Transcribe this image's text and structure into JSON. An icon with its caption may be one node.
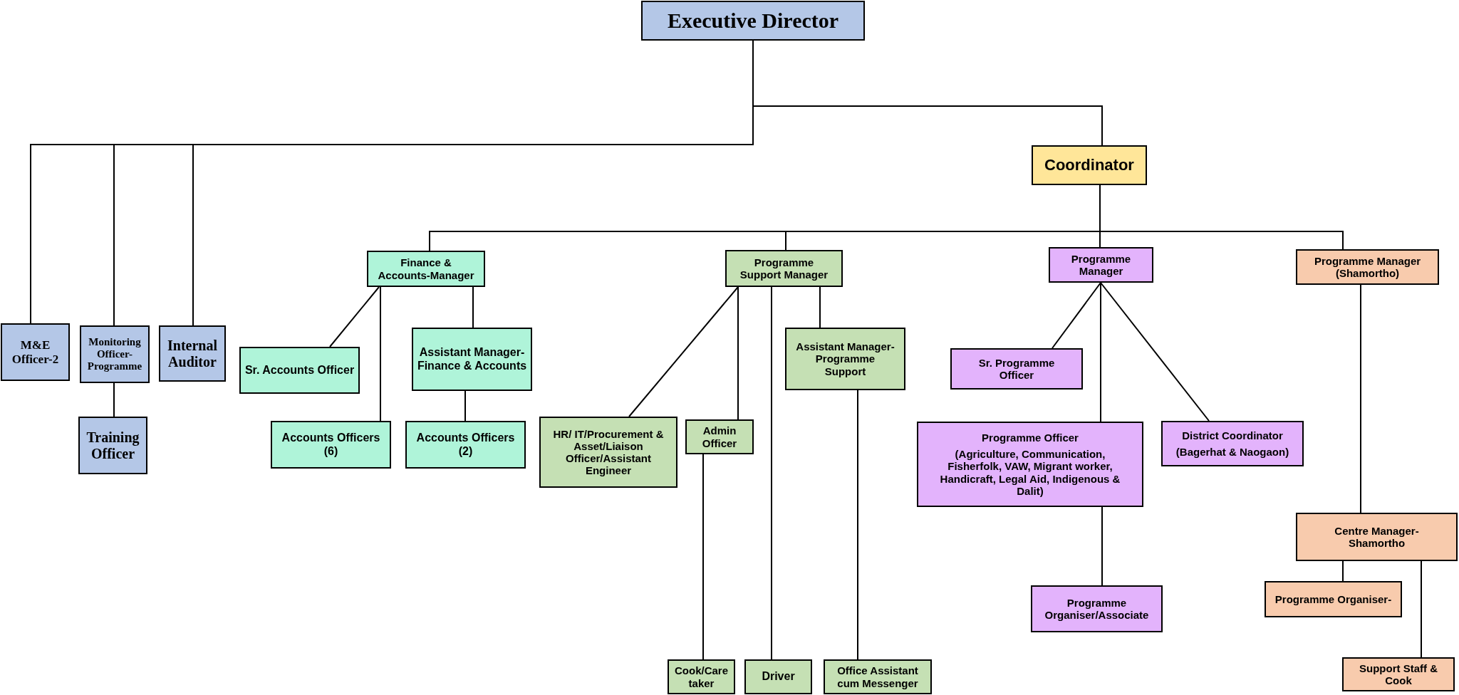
{
  "diagram": {
    "nodes": [
      {
        "text": [
          "Executive Director"
        ]
      },
      {
        "text": [
          "Coordinator"
        ]
      },
      {
        "text": [
          "M&E Officer-2"
        ]
      },
      {
        "text": [
          "Monitoring Officer-Programme"
        ]
      },
      {
        "text": [
          "Internal Auditor"
        ]
      },
      {
        "text": [
          "Training Officer"
        ]
      },
      {
        "text": [
          "Finance & Accounts-Manager"
        ]
      },
      {
        "text": [
          "Sr. Accounts Officer"
        ]
      },
      {
        "text": [
          "Assistant Manager-Finance & Accounts"
        ]
      },
      {
        "text": [
          "Accounts Officers (6)"
        ]
      },
      {
        "text": [
          "Accounts Officers (2)"
        ]
      },
      {
        "text": [
          "Programme Support Manager"
        ]
      },
      {
        "text": [
          "Assistant Manager-Programme Support"
        ]
      },
      {
        "text": [
          "HR/ IT/Procurement & Asset/Liaison Officer/Assistant Engineer"
        ]
      },
      {
        "text": [
          "Admin Officer"
        ]
      },
      {
        "text": [
          "Cook/Care taker"
        ]
      },
      {
        "text": [
          "Driver"
        ]
      },
      {
        "text": [
          "Office Assistant cum Messenger"
        ]
      },
      {
        "text": [
          "Programme Manager"
        ]
      },
      {
        "text": [
          "Sr. Programme Officer"
        ]
      },
      {
        "text": [
          "Programme Officer",
          "(Agriculture, Communication, Fisherfolk, VAW, Migrant worker, Handicraft, Legal Aid, Indigenous & Dalit)"
        ]
      },
      {
        "text": [
          "District Coordinator",
          "(Bagerhat & Naogaon)"
        ]
      },
      {
        "text": [
          "Programme Organiser/Associate"
        ]
      },
      {
        "text": [
          "Programme Manager (Shamortho)"
        ]
      },
      {
        "text": [
          "Centre Manager-Shamortho"
        ]
      },
      {
        "text": [
          "Programme Organiser-"
        ]
      },
      {
        "text": [
          "Support Staff & Cook"
        ]
      }
    ],
    "edges": [
      {
        "from": 0,
        "to": 2,
        "arrow": "none"
      },
      {
        "from": 0,
        "to": 3,
        "arrow": "none"
      },
      {
        "from": 0,
        "to": 4,
        "arrow": "none"
      },
      {
        "from": 0,
        "to": 1,
        "arrow": "none"
      },
      {
        "from": 1,
        "to": 6,
        "arrow": "none"
      },
      {
        "from": 1,
        "to": 11,
        "arrow": "none"
      },
      {
        "from": 1,
        "to": 18,
        "arrow": "none"
      },
      {
        "from": 1,
        "to": 23,
        "arrow": "none"
      },
      {
        "from": 3,
        "to": 5,
        "arrow": "none"
      },
      {
        "from": 6,
        "to": 7,
        "arrow": "none"
      },
      {
        "from": 6,
        "to": 8,
        "arrow": "none"
      },
      {
        "from": 6,
        "to": 9,
        "arrow": "none"
      },
      {
        "from": 8,
        "to": 10,
        "arrow": "none"
      },
      {
        "from": 11,
        "to": 12,
        "arrow": "none"
      },
      {
        "from": 11,
        "to": 13,
        "arrow": "none"
      },
      {
        "from": 11,
        "to": 14,
        "arrow": "none"
      },
      {
        "from": 14,
        "to": 15,
        "arrow": "none"
      },
      {
        "from": 11,
        "to": 16,
        "arrow": "none"
      },
      {
        "from": 12,
        "to": 17,
        "arrow": "none"
      },
      {
        "from": 18,
        "to": 19,
        "arrow": "none"
      },
      {
        "from": 18,
        "to": 20,
        "arrow": "none"
      },
      {
        "from": 18,
        "to": 21,
        "arrow": "none"
      },
      {
        "from": 20,
        "to": 22,
        "arrow": "none"
      },
      {
        "from": 23,
        "to": 24,
        "arrow": "none"
      },
      {
        "from": 24,
        "to": 25,
        "arrow": "none"
      },
      {
        "from": 24,
        "to": 26,
        "arrow": "none"
      }
    ]
  }
}
